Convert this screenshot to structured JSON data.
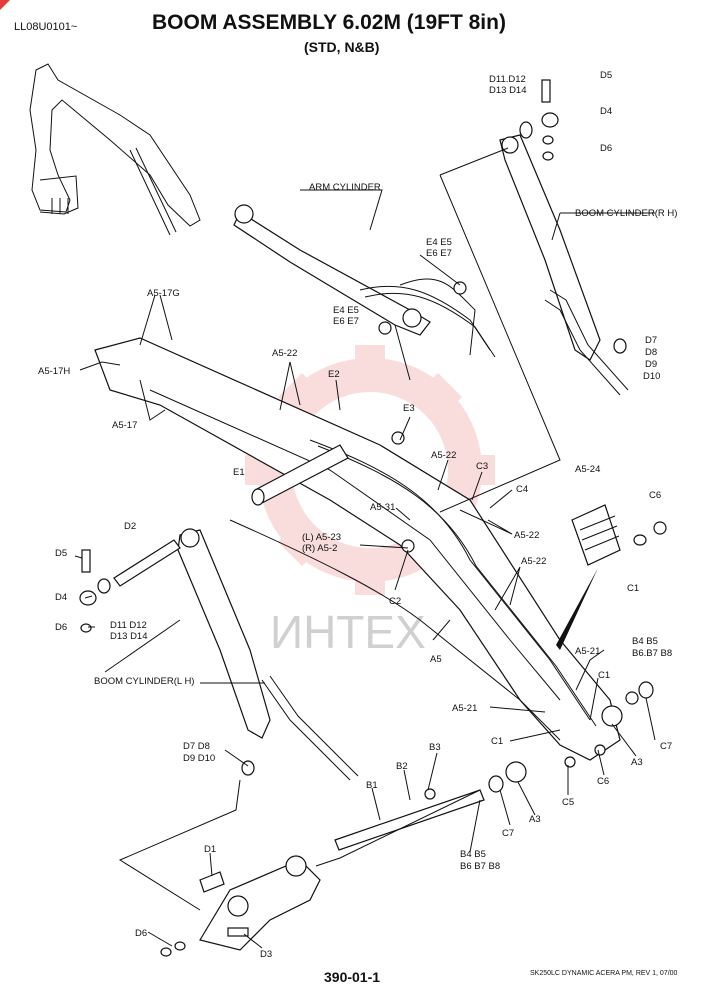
{
  "header": {
    "drawing_code": "LL08U0101~",
    "title": "BOOM ASSEMBLY 6.02M (19FT 8in)",
    "subtitle": "(STD, N&B)"
  },
  "footer": {
    "page_number": "390-01-1",
    "model_note": "SK250LC DYNAMIC ACERA PM, REV 1, 07/00"
  },
  "watermark": {
    "text": "ИНТЕХ",
    "color": "#e86a6a"
  },
  "callouts": [
    {
      "id": "d11-d14-top",
      "text": "D11.D12"
    },
    {
      "id": "d13-d14-top",
      "text": "D13 D14"
    },
    {
      "id": "d5-top",
      "text": "D5"
    },
    {
      "id": "d4-top",
      "text": "D4"
    },
    {
      "id": "d6-top",
      "text": "D6"
    },
    {
      "id": "boom-cyl-rh",
      "text": "BOOM CYLINDER(R H)"
    },
    {
      "id": "arm-cyl",
      "text": "ARM CYLINDER"
    },
    {
      "id": "e4e5-a",
      "text": "E4 E5"
    },
    {
      "id": "e6e7-a",
      "text": "E6 E7"
    },
    {
      "id": "e4e5-b",
      "text": "E4 E5"
    },
    {
      "id": "e6e7-b",
      "text": "E6 E7"
    },
    {
      "id": "d7-r",
      "text": "D7"
    },
    {
      "id": "d8-r",
      "text": "D8"
    },
    {
      "id": "d9-r",
      "text": "D9"
    },
    {
      "id": "d10-r",
      "text": "D10"
    },
    {
      "id": "a5-17g",
      "text": "A5-17G"
    },
    {
      "id": "a5-17h",
      "text": "A5-17H"
    },
    {
      "id": "a5-17",
      "text": "A5-17"
    },
    {
      "id": "a5-22-a",
      "text": "A5-22"
    },
    {
      "id": "e2",
      "text": "E2"
    },
    {
      "id": "e3",
      "text": "E3"
    },
    {
      "id": "a5-22-b",
      "text": "A5-22"
    },
    {
      "id": "c3",
      "text": "C3"
    },
    {
      "id": "c4",
      "text": "C4"
    },
    {
      "id": "e1",
      "text": "E1"
    },
    {
      "id": "a5-31",
      "text": "A5-31"
    },
    {
      "id": "a5-22-c",
      "text": "A5-22"
    },
    {
      "id": "a5-24",
      "text": "A5-24"
    },
    {
      "id": "c6-r",
      "text": "C6"
    },
    {
      "id": "c1-r",
      "text": "C1"
    },
    {
      "id": "d2",
      "text": "D2"
    },
    {
      "id": "a5-23",
      "text": "(L) A5-23"
    },
    {
      "id": "a5-2",
      "text": "(R) A5-2"
    },
    {
      "id": "c2",
      "text": "C2"
    },
    {
      "id": "a5-22-d",
      "text": "A5-22"
    },
    {
      "id": "d5-l",
      "text": "D5"
    },
    {
      "id": "d4-l",
      "text": "D4"
    },
    {
      "id": "d6-l",
      "text": "D6"
    },
    {
      "id": "d11-d12-l",
      "text": "D11 D12"
    },
    {
      "id": "d13-d14-l",
      "text": "D13 D14"
    },
    {
      "id": "a5",
      "text": "A5"
    },
    {
      "id": "b4b5-r",
      "text": "B4 B5"
    },
    {
      "id": "b6b8-r",
      "text": "B6.B7 B8"
    },
    {
      "id": "a5-21-r",
      "text": "A5-21"
    },
    {
      "id": "c1-m",
      "text": "C1"
    },
    {
      "id": "boom-cyl-lh",
      "text": "BOOM CYLINDER(L H)"
    },
    {
      "id": "a5-21-l",
      "text": "A5-21"
    },
    {
      "id": "c1-l",
      "text": "C1"
    },
    {
      "id": "c7-r",
      "text": "C7"
    },
    {
      "id": "d7d8-l",
      "text": "D7 D8"
    },
    {
      "id": "d9d10-l",
      "text": "D9 D10"
    },
    {
      "id": "a3-r",
      "text": "A3"
    },
    {
      "id": "c6-m",
      "text": "C6"
    },
    {
      "id": "b3",
      "text": "B3"
    },
    {
      "id": "b2",
      "text": "B2"
    },
    {
      "id": "c5",
      "text": "C5"
    },
    {
      "id": "b1",
      "text": "B1"
    },
    {
      "id": "c7-m",
      "text": "C7"
    },
    {
      "id": "a3-m",
      "text": "A3"
    },
    {
      "id": "b4b5-m",
      "text": "B4 B5"
    },
    {
      "id": "b6b8-m",
      "text": "B6 B7 B8"
    },
    {
      "id": "d1",
      "text": "D1"
    },
    {
      "id": "d6-b",
      "text": "D6"
    },
    {
      "id": "d3",
      "text": "D3"
    }
  ]
}
